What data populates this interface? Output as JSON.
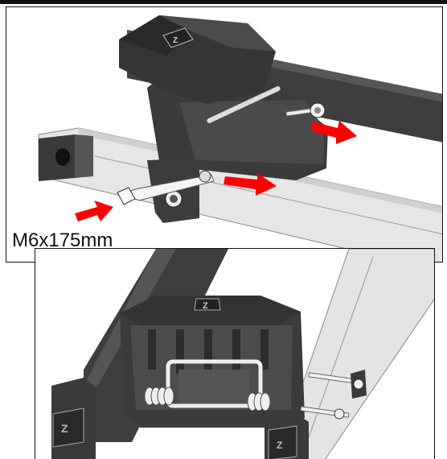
{
  "bolt_label": "M6x175mm",
  "colors": {
    "arrow": "#ff0000",
    "part_dark": "#3b3b3b",
    "part_mid": "#5a5a5a",
    "rail_light": "#e4e4e4",
    "bolt": "#f2f2f2"
  },
  "icons": [
    "brand-logo",
    "arrow-right"
  ]
}
